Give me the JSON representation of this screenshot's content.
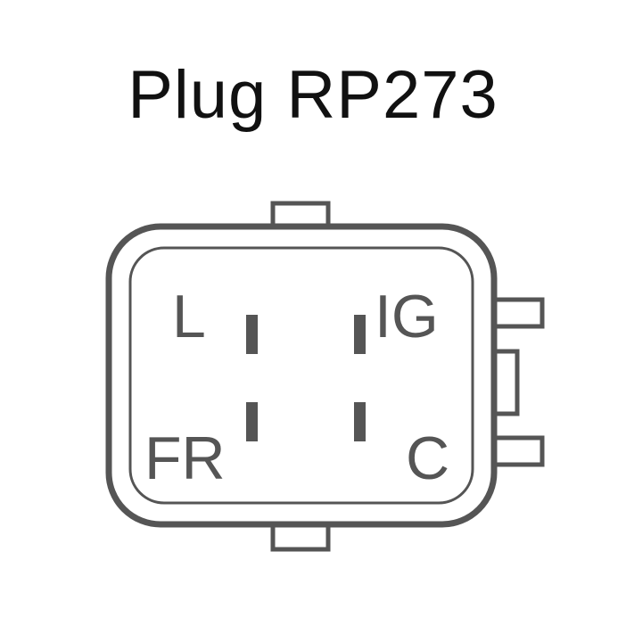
{
  "title": "Plug RP273",
  "colors": {
    "outline": "#555555",
    "text": "#111111",
    "background": "#ffffff"
  },
  "pins": {
    "top_left": "L",
    "top_right": "IG",
    "bottom_left": "FR",
    "bottom_right": "C"
  }
}
